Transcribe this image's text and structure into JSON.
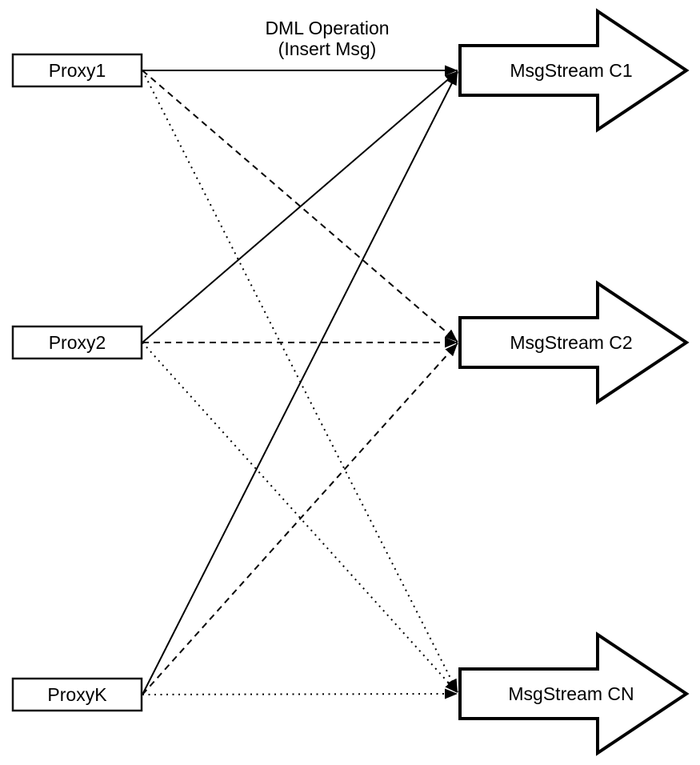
{
  "diagram": {
    "edge_label": {
      "line1": "DML Operation",
      "line2": "(Insert Msg)"
    },
    "proxies": [
      {
        "label": "Proxy1"
      },
      {
        "label": "Proxy2"
      },
      {
        "label": "ProxyK"
      }
    ],
    "streams": [
      {
        "label": "MsgStream C1"
      },
      {
        "label": "MsgStream C2"
      },
      {
        "label": "MsgStream CN"
      }
    ],
    "edges": [
      {
        "from": "Proxy1",
        "to": "MsgStream C1",
        "line_style": "solid",
        "label": "DML Operation (Insert Msg)"
      },
      {
        "from": "Proxy2",
        "to": "MsgStream C1",
        "line_style": "solid"
      },
      {
        "from": "ProxyK",
        "to": "MsgStream C1",
        "line_style": "solid"
      },
      {
        "from": "Proxy1",
        "to": "MsgStream C2",
        "line_style": "dashed"
      },
      {
        "from": "Proxy2",
        "to": "MsgStream C2",
        "line_style": "dashed"
      },
      {
        "from": "ProxyK",
        "to": "MsgStream C2",
        "line_style": "dashed"
      },
      {
        "from": "Proxy1",
        "to": "MsgStream CN",
        "line_style": "dotted"
      },
      {
        "from": "Proxy2",
        "to": "MsgStream CN",
        "line_style": "dotted"
      },
      {
        "from": "ProxyK",
        "to": "MsgStream CN",
        "line_style": "dotted"
      }
    ],
    "colors": {
      "stroke": "#000000",
      "fill": "#ffffff",
      "background": "#ffffff"
    }
  }
}
